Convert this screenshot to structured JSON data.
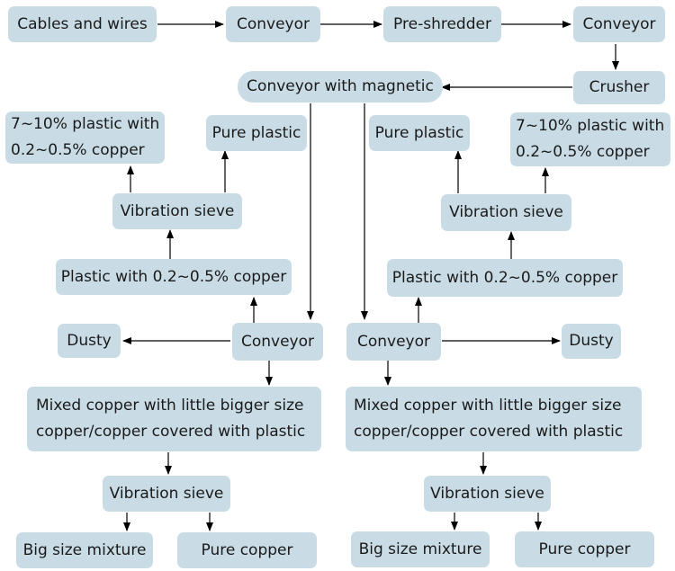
{
  "nodes": {
    "cables": "Cables and wires",
    "conveyor_1": "Conveyor",
    "preshredder": "Pre-shredder",
    "conveyor_2": "Conveyor",
    "crusher": "Crusher",
    "conveyor_magnetic": "Conveyor with magnetic",
    "left_plastic_copper_7_10": "7~10% plastic with\n0.2~0.5% copper",
    "left_pure_plastic": "Pure plastic",
    "left_vibration_sieve_1": "Vibration sieve",
    "left_plastic_copper": "Plastic with 0.2~0.5% copper",
    "left_dusty": "Dusty",
    "left_conveyor": "Conveyor",
    "left_mixed_copper": "Mixed copper with little bigger size\ncopper/copper covered with plastic",
    "left_vibration_sieve_2": "Vibration sieve",
    "left_big_size": "Big size mixture",
    "left_pure_copper": "Pure copper",
    "right_pure_plastic": "Pure plastic",
    "right_plastic_copper_7_10": "7~10% plastic with\n0.2~0.5% copper",
    "right_vibration_sieve_1": "Vibration sieve",
    "right_plastic_copper": "Plastic with 0.2~0.5% copper",
    "right_conveyor": "Conveyor",
    "right_dusty": "Dusty",
    "right_mixed_copper": "Mixed copper with little bigger size\ncopper/copper covered with plastic",
    "right_vibration_sieve_2": "Vibration sieve",
    "right_big_size": "Big size mixture",
    "right_pure_copper": "Pure copper"
  },
  "colors": {
    "node_fill": "#c9dce6",
    "arrow": "#000000",
    "text": "#1a1a1a"
  }
}
